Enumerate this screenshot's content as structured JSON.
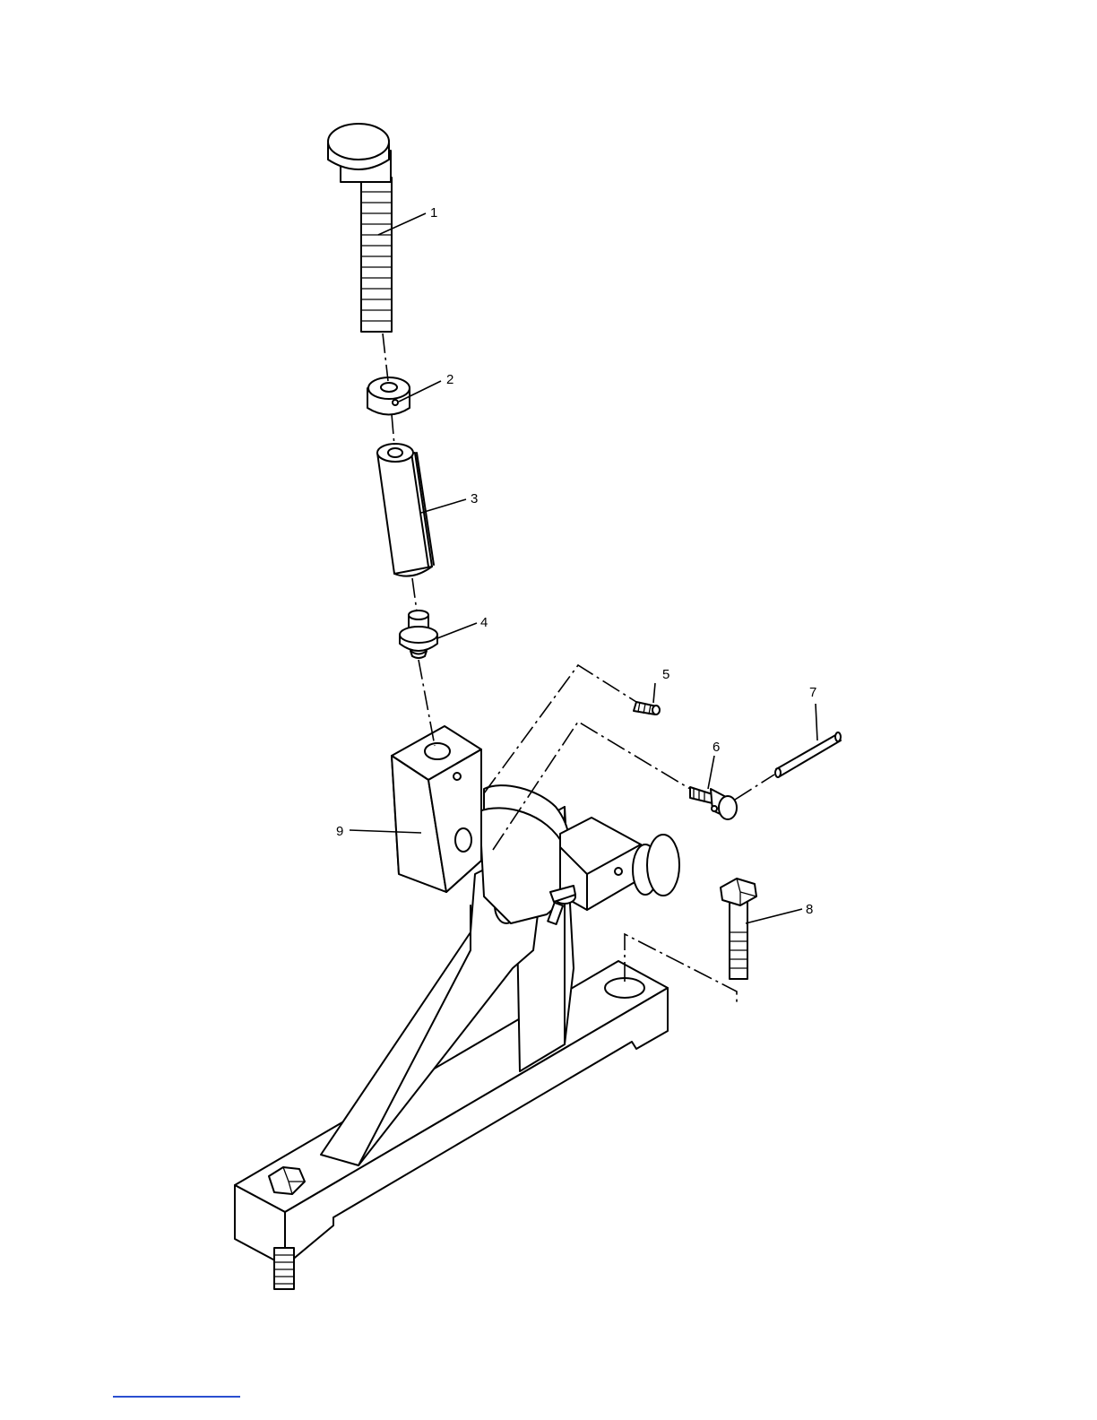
{
  "diagram": {
    "callouts": [
      {
        "id": "1",
        "label": "1"
      },
      {
        "id": "2",
        "label": "2"
      },
      {
        "id": "3",
        "label": "3"
      },
      {
        "id": "4",
        "label": "4"
      },
      {
        "id": "5",
        "label": "5"
      },
      {
        "id": "6",
        "label": "6"
      },
      {
        "id": "7",
        "label": "7"
      },
      {
        "id": "8",
        "label": "8"
      },
      {
        "id": "9",
        "label": "9"
      }
    ],
    "colors": {
      "line": "#000000",
      "background": "#ffffff",
      "rule": "#2a4fd0"
    }
  }
}
